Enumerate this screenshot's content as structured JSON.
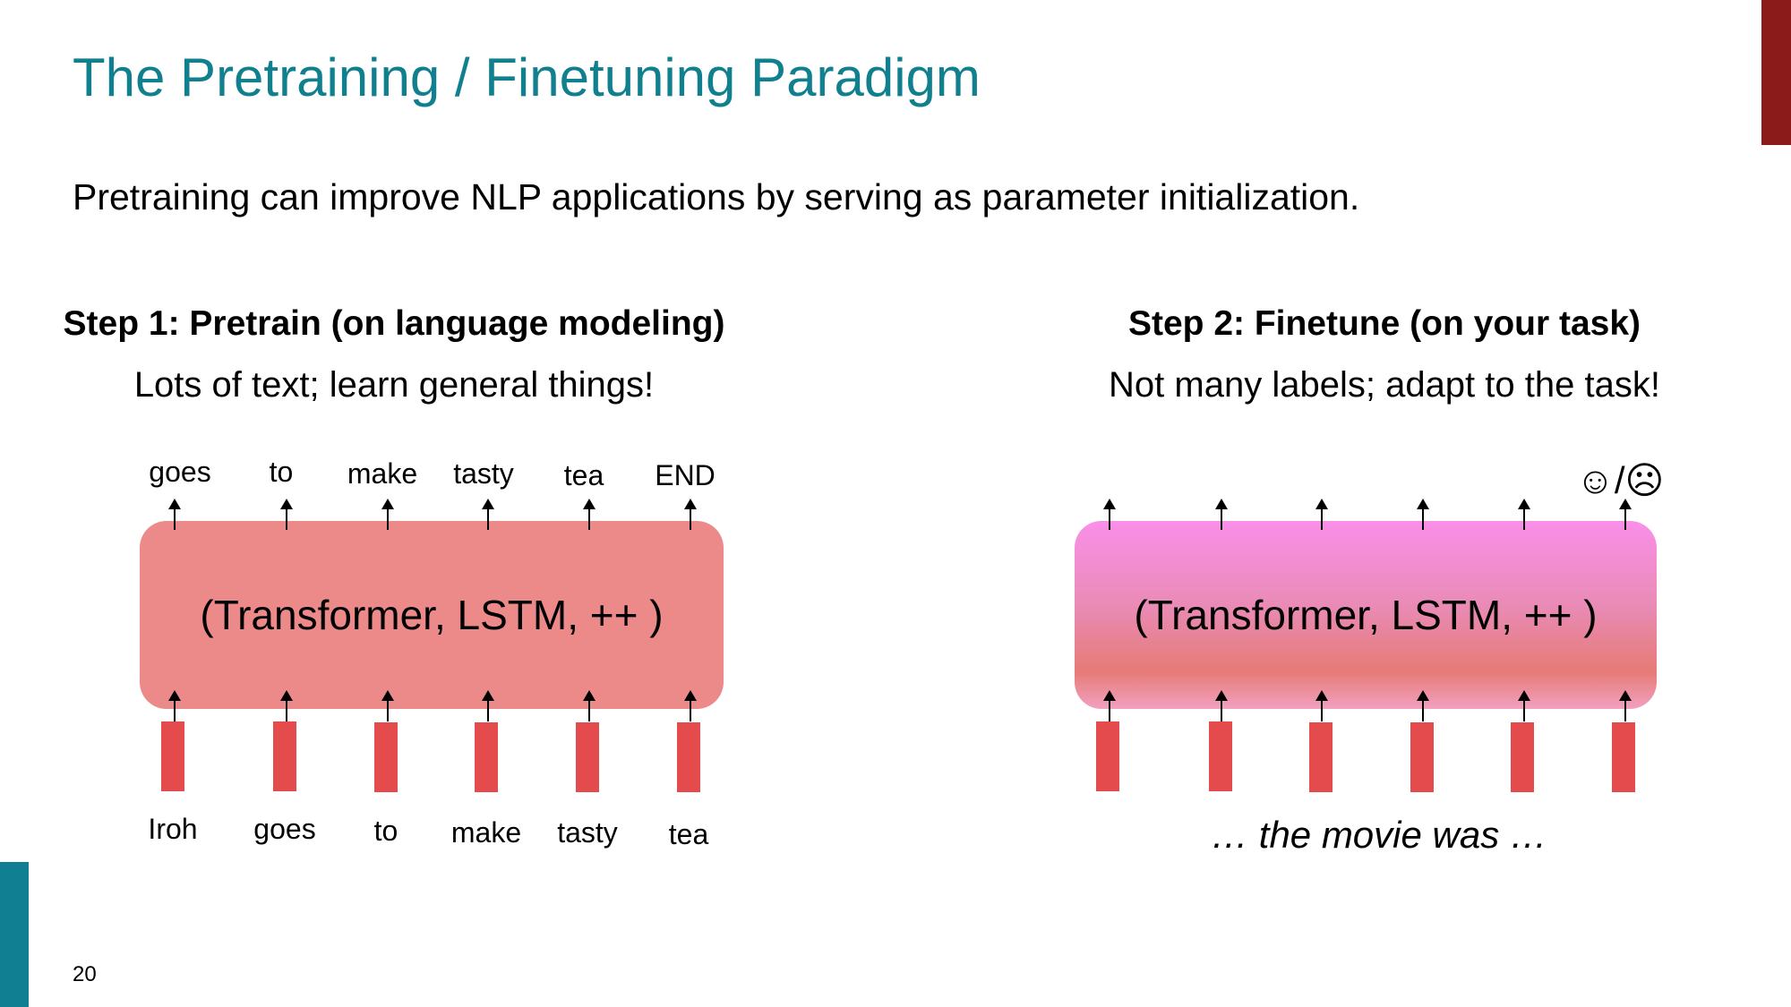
{
  "slide": {
    "title": "The Pretraining / Finetuning Paradigm",
    "subtitle": "Pretraining can improve NLP applications by serving as parameter initialization.",
    "slide_number": "20"
  },
  "left": {
    "step_title": "Step 1: Pretrain (on language modeling)",
    "step_sub": "Lots of text; learn general things!",
    "model_label": "(Transformer, LSTM, ++ )",
    "outputs": [
      "goes",
      "to",
      "make",
      "tasty",
      "tea",
      "END"
    ],
    "inputs": [
      "Iroh",
      "goes",
      "to",
      "make",
      "tasty",
      "tea"
    ]
  },
  "right": {
    "step_title": "Step 2: Finetune (on your task)",
    "step_sub": "Not many labels; adapt to the task!",
    "model_label": "(Transformer, LSTM, ++ )",
    "sentiment_label": "☺/☹",
    "input_caption": "… the movie was …"
  },
  "colors": {
    "title": "#10808f",
    "corner_bar": "#8b1a1a",
    "side_bar": "#0f7f91",
    "pretrain_box": "#ec8a89",
    "finetune_box_top": "#fa8fe9",
    "embedding": "#e44b4d"
  }
}
